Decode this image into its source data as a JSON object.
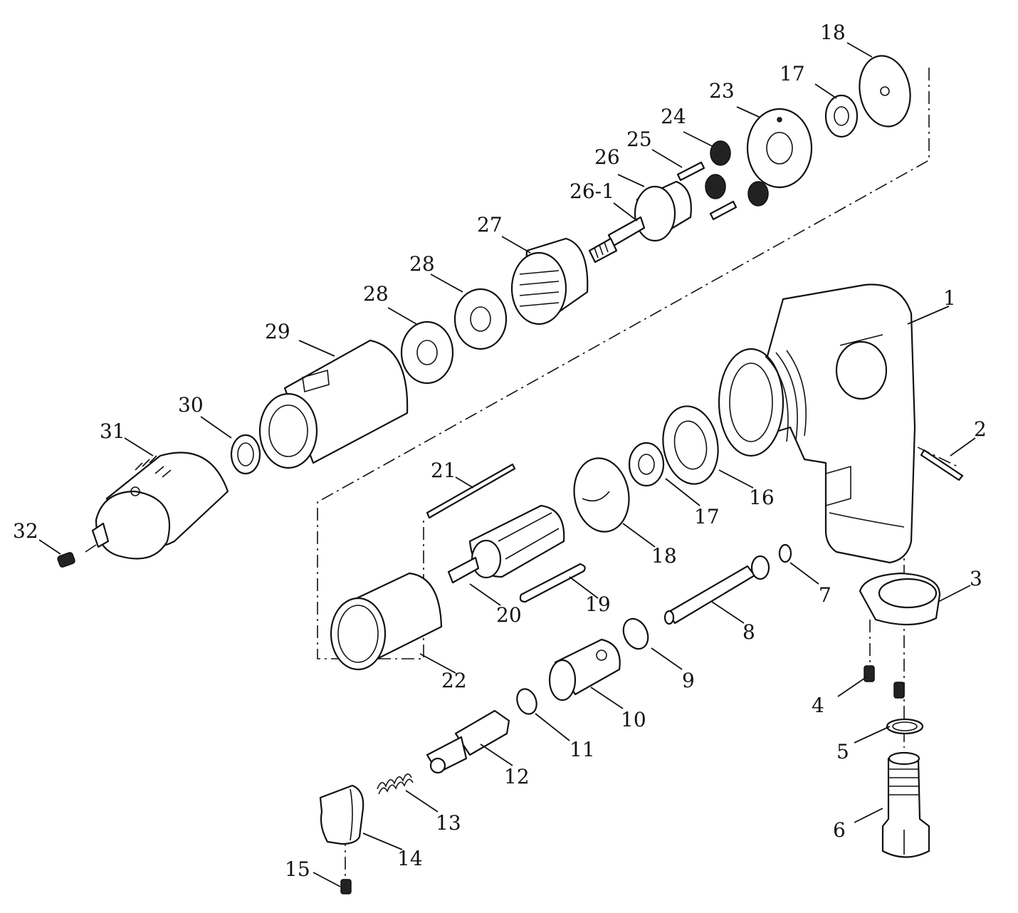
{
  "diagram": {
    "callouts": [
      {
        "id": "c1",
        "label": "1"
      },
      {
        "id": "c2",
        "label": "2"
      },
      {
        "id": "c3",
        "label": "3"
      },
      {
        "id": "c4",
        "label": "4"
      },
      {
        "id": "c5",
        "label": "5"
      },
      {
        "id": "c6",
        "label": "6"
      },
      {
        "id": "c7",
        "label": "7"
      },
      {
        "id": "c8",
        "label": "8"
      },
      {
        "id": "c9",
        "label": "9"
      },
      {
        "id": "c10",
        "label": "10"
      },
      {
        "id": "c11",
        "label": "11"
      },
      {
        "id": "c12",
        "label": "12"
      },
      {
        "id": "c13",
        "label": "13"
      },
      {
        "id": "c14",
        "label": "14"
      },
      {
        "id": "c15",
        "label": "15"
      },
      {
        "id": "c16",
        "label": "16"
      },
      {
        "id": "c17a",
        "label": "17"
      },
      {
        "id": "c17b",
        "label": "17"
      },
      {
        "id": "c18a",
        "label": "18"
      },
      {
        "id": "c18b",
        "label": "18"
      },
      {
        "id": "c19",
        "label": "19"
      },
      {
        "id": "c20",
        "label": "20"
      },
      {
        "id": "c21",
        "label": "21"
      },
      {
        "id": "c22",
        "label": "22"
      },
      {
        "id": "c23",
        "label": "23"
      },
      {
        "id": "c24",
        "label": "24"
      },
      {
        "id": "c25",
        "label": "25"
      },
      {
        "id": "c26",
        "label": "26"
      },
      {
        "id": "c26_1",
        "label": "26-1"
      },
      {
        "id": "c27",
        "label": "27"
      },
      {
        "id": "c28a",
        "label": "28"
      },
      {
        "id": "c28b",
        "label": "28"
      },
      {
        "id": "c29",
        "label": "29"
      },
      {
        "id": "c30",
        "label": "30"
      },
      {
        "id": "c31",
        "label": "31"
      },
      {
        "id": "c32",
        "label": "32"
      }
    ]
  }
}
